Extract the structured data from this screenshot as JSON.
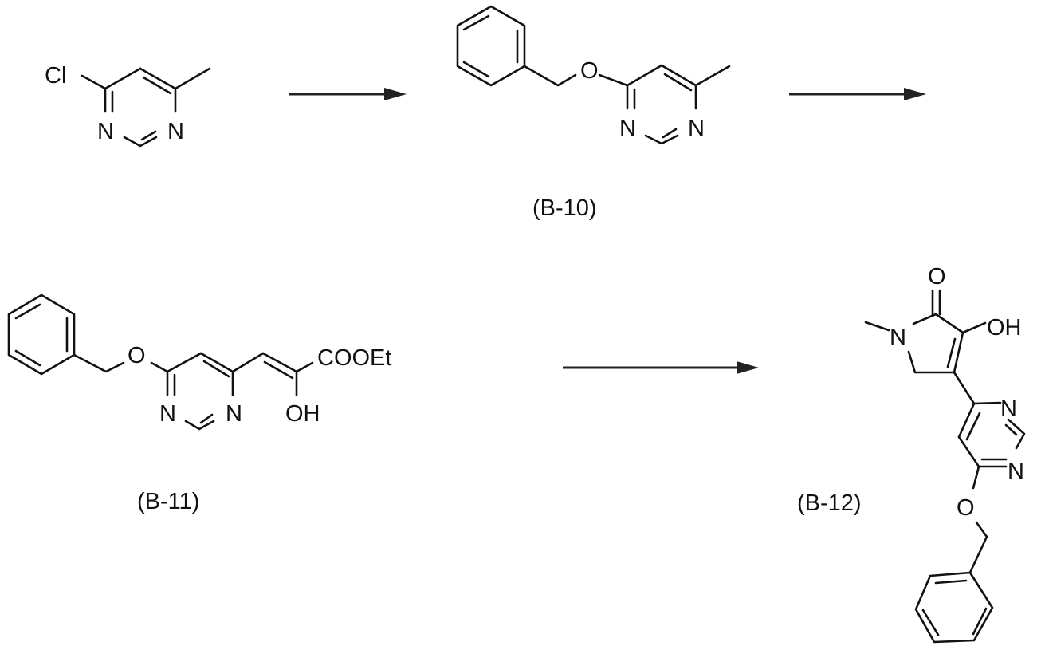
{
  "scheme": {
    "steps": [
      {
        "from": "starting-material",
        "to": "B-10"
      },
      {
        "from": "B-10",
        "to": "B-11"
      },
      {
        "from": "B-11",
        "to": "B-12"
      }
    ]
  },
  "compounds": {
    "start": {
      "label": "",
      "atoms": {
        "cl": "Cl",
        "n1": "N",
        "n2": "N"
      }
    },
    "b10": {
      "label": "(B-10)",
      "atoms": {
        "o": "O",
        "n1": "N",
        "n2": "N"
      }
    },
    "b11": {
      "label": "(B-11)",
      "atoms": {
        "o": "O",
        "n1": "N",
        "n2": "N",
        "ester": "COOEt",
        "oh": "OH"
      }
    },
    "b12": {
      "label": "(B-12)",
      "atoms": {
        "carbonyl_o": "O",
        "n_lactam": "N",
        "oh": "OH",
        "n1": "N",
        "n2": "N",
        "o": "O"
      }
    }
  },
  "colors": {
    "ink": "#111111",
    "background": "#ffffff"
  }
}
